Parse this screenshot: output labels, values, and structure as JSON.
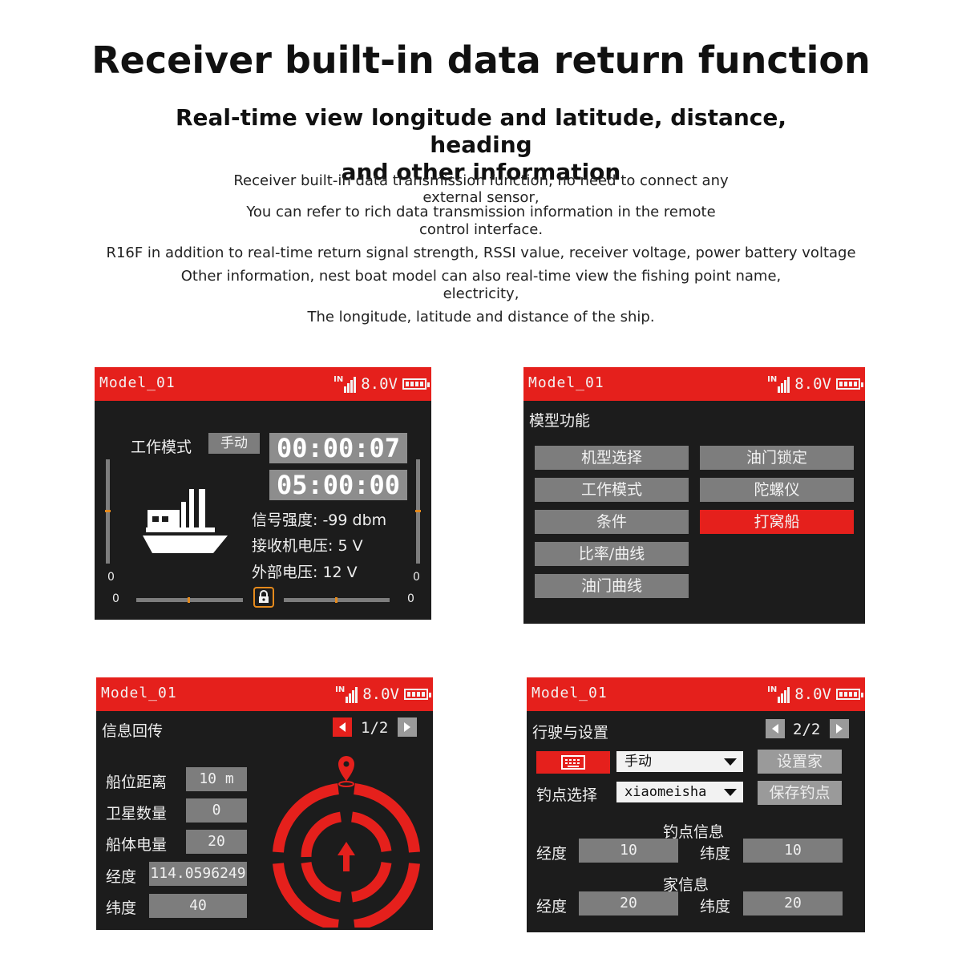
{
  "header": {
    "title": "Receiver built-in data return function",
    "subtitle_line1": "Real-time view longitude and latitude, distance, heading",
    "subtitle_line2": "and other information",
    "desc1": "Receiver built-in data transmission function, no need to connect any",
    "desc2": "external sensor,",
    "desc3": "You can refer to rich data transmission information in the remote",
    "desc4": "control interface.",
    "desc5": "R16F in addition to real-time return signal strength, RSSI value, receiver voltage, power battery voltage",
    "desc6": "Other information, nest boat model can also real-time view the fishing point name,",
    "desc7": "electricity,",
    "desc8": "The longitude, latitude and distance of the ship."
  },
  "status": {
    "model": "Model_01",
    "voltage": "8.0V",
    "signal_prefix": "IN"
  },
  "screen1": {
    "work_mode_label": "工作模式",
    "work_mode_value": "手动",
    "timer1": "00:00:07",
    "timer2": "05:00:00",
    "signal": "信号强度: -99 dbm",
    "receiver_voltage": "接收机电压:  5 V",
    "external_voltage": "外部电压:   12 V",
    "left_trim_value": "0",
    "right_trim_value": "0",
    "bottom_left_value": "0",
    "bottom_right_value": "0"
  },
  "screen2": {
    "heading": "模型功能",
    "buttons": [
      "机型选择",
      "油门锁定",
      "工作模式",
      "陀螺仪",
      "条件",
      "打窝船",
      "比率/曲线",
      "油门曲线"
    ]
  },
  "screen3": {
    "heading": "信息回传",
    "page": "1/2",
    "rows": [
      {
        "label": "船位距离",
        "value": "10 m"
      },
      {
        "label": "卫星数量",
        "value": "0"
      },
      {
        "label": "船体电量",
        "value": "20"
      },
      {
        "label": "经度",
        "value": "114.0596249"
      },
      {
        "label": "纬度",
        "value": "40"
      }
    ]
  },
  "screen4": {
    "heading": "行驶与设置",
    "page": "2/2",
    "mode_select": "手动",
    "set_home": "设置家",
    "fishing_point_label": "钓点选择",
    "fishing_point_value": "xiaomeisha",
    "save_point": "保存钓点",
    "point_info_title": "钓点信息",
    "home_info_title": "家信息",
    "lng_label": "经度",
    "lat_label": "纬度",
    "point_lng": "10",
    "point_lat": "10",
    "home_lng": "20",
    "home_lat": "20"
  },
  "colors": {
    "accent": "#e5201c",
    "screen_bg": "#1c1c1c",
    "button": "#7d7d7d"
  }
}
